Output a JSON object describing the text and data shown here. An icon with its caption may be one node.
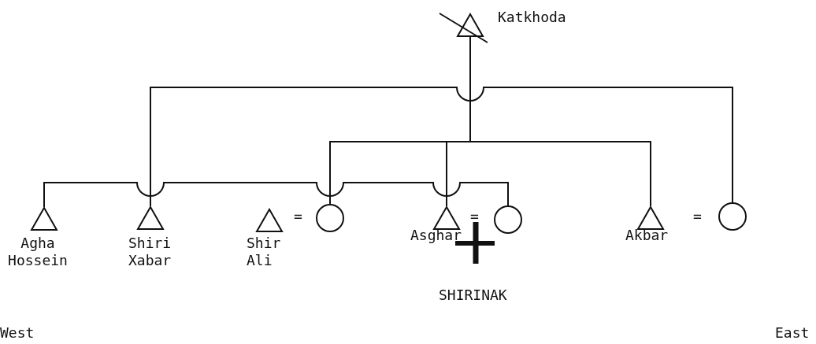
{
  "diagram": {
    "nodes": [
      {
        "text": [
          "Katkhoda"
        ]
      },
      {
        "text": [
          "Agha Hossein"
        ]
      },
      {
        "text": [
          "Shiri Xabar"
        ]
      },
      {
        "text": [
          "Shir Ali"
        ]
      },
      {
        "text": [],
        "shape": "circle"
      },
      {
        "text": [
          "Asghar"
        ]
      },
      {
        "text": [],
        "shape": "circle"
      },
      {
        "text": [
          "Akbar"
        ]
      },
      {
        "text": [],
        "shape": "circle"
      }
    ],
    "edges": [
      {
        "from": 0,
        "to": 4,
        "arrow": "none"
      },
      {
        "from": 0,
        "to": 5,
        "arrow": "none"
      },
      {
        "from": 0,
        "to": 7,
        "arrow": "none"
      },
      {
        "from": 2,
        "to": 8,
        "arrow": "none"
      },
      {
        "from": 1,
        "to": 6,
        "arrow": "none"
      }
    ],
    "labels": [
      "=",
      "=",
      "=",
      "SHIRINAK",
      "West",
      "East"
    ]
  }
}
